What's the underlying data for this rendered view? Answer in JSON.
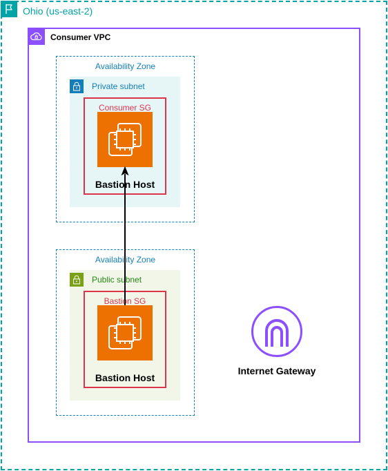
{
  "region": {
    "title": "Ohio (us-east-2)",
    "icon": "flag-icon",
    "color": "#00a4a6"
  },
  "vpc": {
    "title": "Consumer VPC",
    "icon": "vpc-cloud-icon",
    "color": "#8c4fff"
  },
  "zones": [
    {
      "title": "Availability Zone",
      "subnet": {
        "title": "Private subnet",
        "icon": "lock-icon",
        "color": "#147eba"
      },
      "security_group": {
        "title": "Consumer SG",
        "color": "#dd344c"
      },
      "instance": {
        "label": "Bastion Host",
        "icon": "ec2-instance-icon",
        "color": "#ed7100"
      }
    },
    {
      "title": "Availability Zone",
      "subnet": {
        "title": "Public subnet",
        "icon": "lock-icon",
        "color": "#7aa116"
      },
      "security_group": {
        "title": "Bastion SG",
        "color": "#dd344c"
      },
      "instance": {
        "label": "Bastion Host",
        "icon": "ec2-instance-icon",
        "color": "#ed7100"
      }
    }
  ],
  "internet_gateway": {
    "label": "Internet Gateway",
    "icon": "internet-gateway-icon",
    "color": "#8c4fff"
  },
  "connections": [
    {
      "from": "Bastion Host (Public subnet)",
      "to": "Bastion Host (Private subnet)",
      "style": "solid-arrow"
    }
  ]
}
